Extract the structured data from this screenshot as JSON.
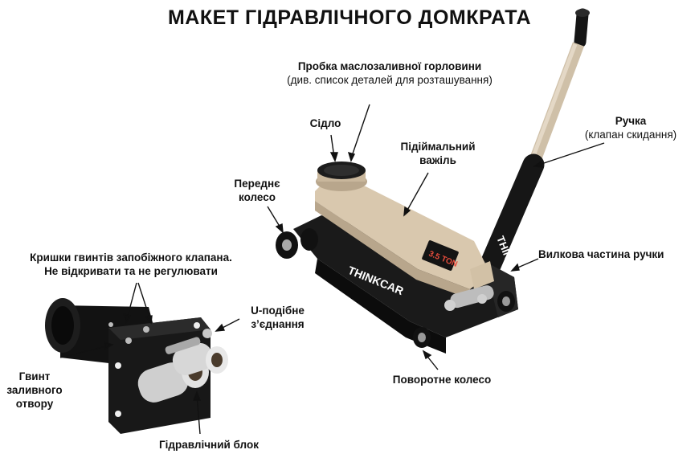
{
  "title": "МАКЕТ ГІДРАВЛІЧНОГО ДОМКРАТА",
  "brand": "THINKCAR",
  "decal_text": "3.5 TON",
  "colors": {
    "tan": "#d8c6ac",
    "black": "#141414",
    "accent": "#c0392b"
  },
  "labels": {
    "fill_plug": {
      "main": "Пробка маслозаливної горловини",
      "sub": "(див. список деталей для розташування)"
    },
    "saddle": {
      "main": "Сідло"
    },
    "lift_arm": {
      "line1": "Підіймальний",
      "line2": "важіль"
    },
    "handle": {
      "main": "Ручка",
      "sub": "(клапан скидання)"
    },
    "front_wheel": {
      "line1": "Переднє",
      "line2": "колесо"
    },
    "handle_fork": {
      "main": "Вилкова частина ручки"
    },
    "safety_caps": {
      "line1": "Кришки гвинтів запобіжного клапана.",
      "line2": "Не відкривати та не регулювати"
    },
    "u_joint": {
      "line1": "U-подібне",
      "line2": "з’єднання"
    },
    "swivel_caster": {
      "main": "Поворотне колесо"
    },
    "fill_screw": {
      "line1": "Гвинт",
      "line2": "заливного",
      "line3": "отвору"
    },
    "hydraulic_unit": {
      "main": "Гідравлічний блок"
    }
  }
}
